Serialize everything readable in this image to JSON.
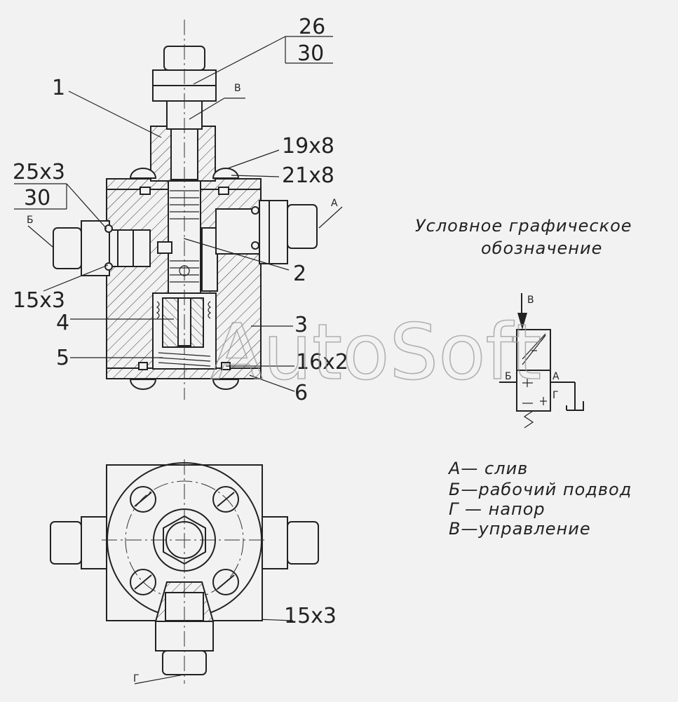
{
  "labels": {
    "l1": "1",
    "l2": "2",
    "l3": "3",
    "l4": "4",
    "l5": "5",
    "l6": "6",
    "dim_26": "26",
    "dim_30_top": "30",
    "dim_25x3": "25x3",
    "dim_30_left": "30",
    "dim_19x8": "19x8",
    "dim_21x8": "21x8",
    "dim_15x3_left": "15x3",
    "dim_16x2": "16x2",
    "dim_15x3_bottom": "15x3",
    "port_v": "В",
    "port_a": "А",
    "port_b": "Б",
    "port_g": "Г"
  },
  "symbol": {
    "title_line1": "Условное графическое",
    "title_line2": "обозначение",
    "port_v": "В",
    "port_b": "Б",
    "port_a": "А",
    "port_g": "Г"
  },
  "legend": [
    "А— слив",
    "Б—рабочий подвод",
    "Г — напор",
    "В—управление"
  ],
  "watermark": "AutoSoft"
}
